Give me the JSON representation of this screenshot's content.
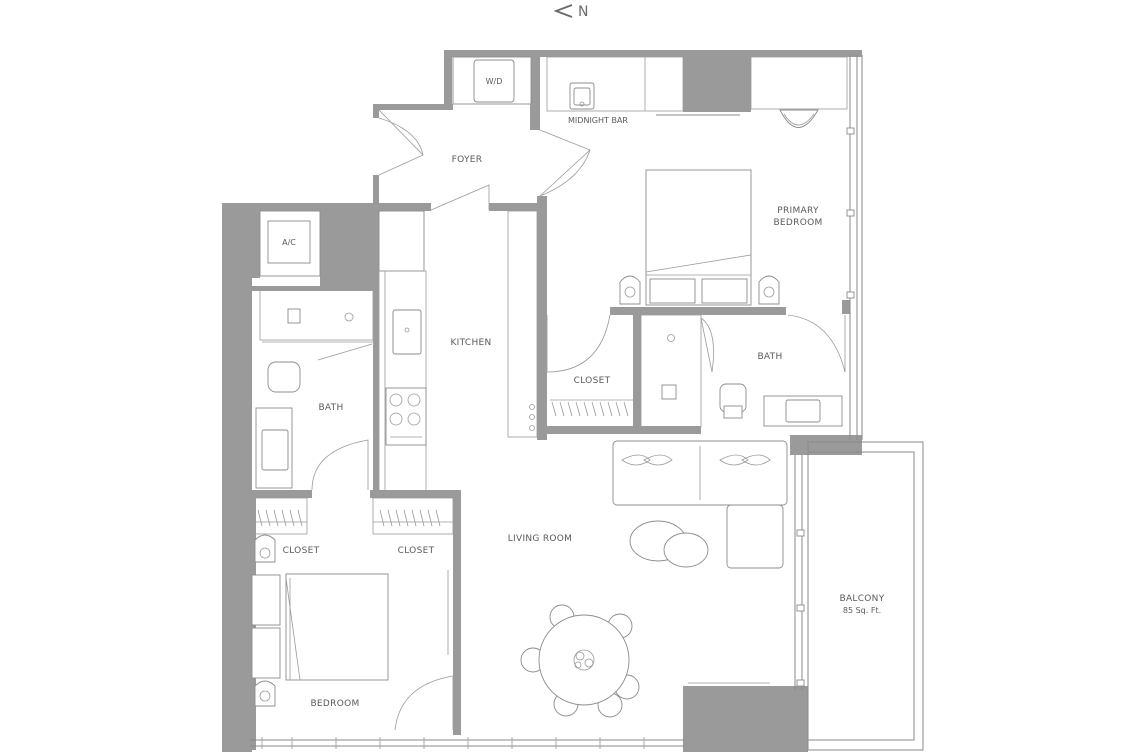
{
  "compass": {
    "label": "N"
  },
  "rooms": {
    "wd": "W/D",
    "midnight_bar": "MIDNIGHT BAR",
    "foyer": "FOYER",
    "primary_bedroom_line1": "PRIMARY",
    "primary_bedroom_line2": "BEDROOM",
    "ac": "A/C",
    "kitchen": "KITCHEN",
    "closet_primary": "CLOSET",
    "bath_primary": "BATH",
    "bath_secondary": "BATH",
    "closet_left": "CLOSET",
    "closet_right": "CLOSET",
    "living_room": "LIVING ROOM",
    "balcony_line1": "BALCONY",
    "balcony_line2": "85 Sq. Ft.",
    "bedroom": "BEDROOM"
  }
}
